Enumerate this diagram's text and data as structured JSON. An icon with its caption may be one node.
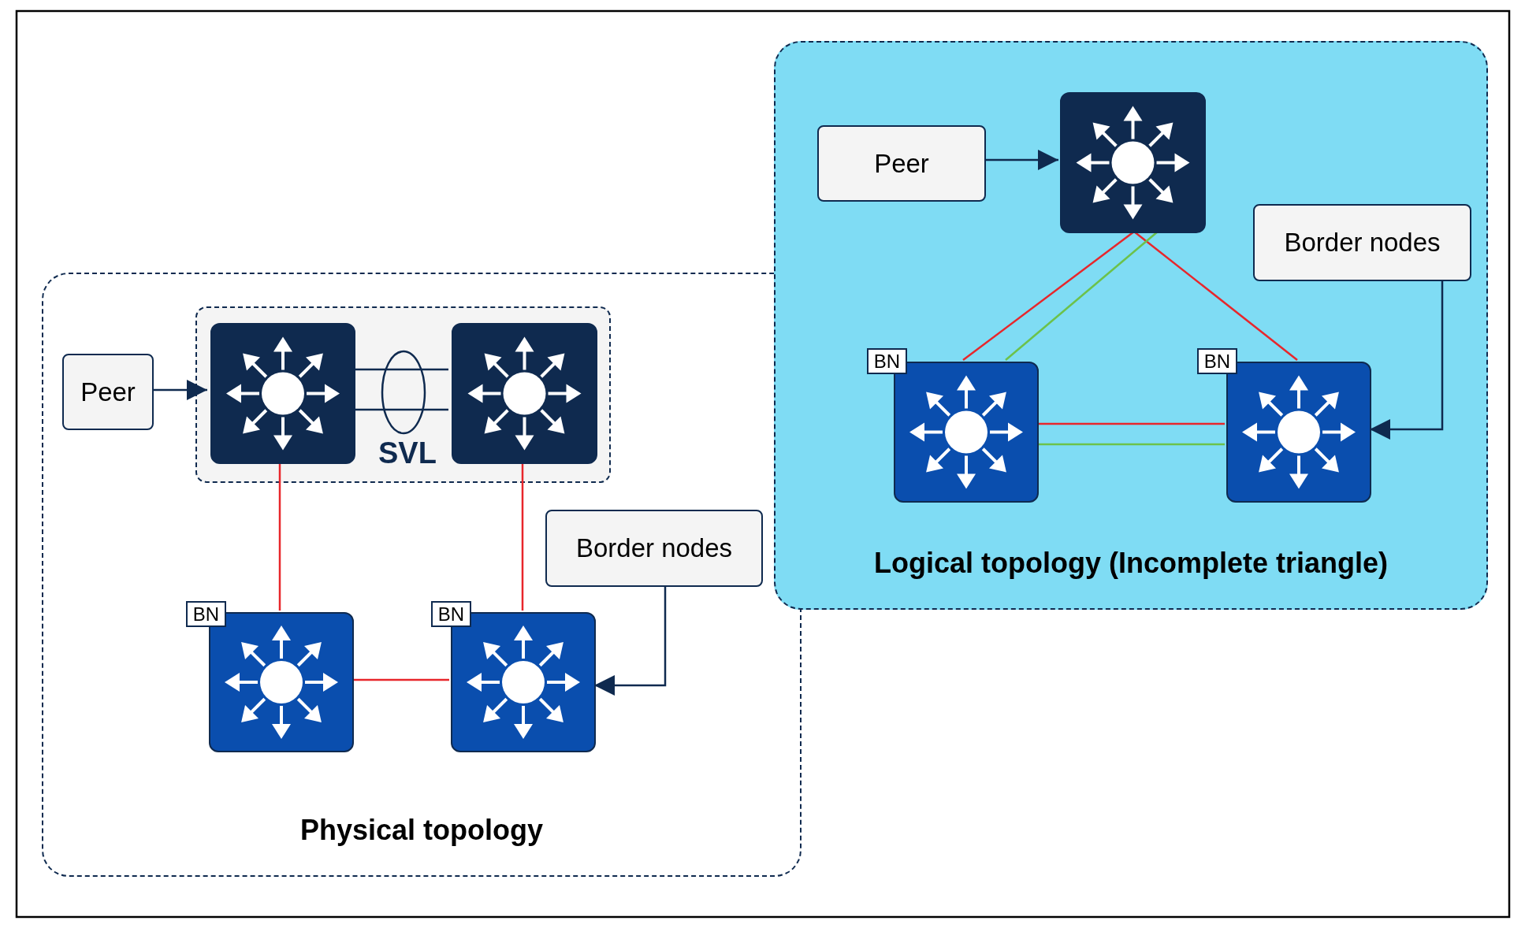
{
  "diagram": {
    "nodes": [
      {
        "text": [
          "Physical topology"
        ]
      },
      {
        "text": [
          "SVL"
        ],
        "in": 0
      },
      {
        "text": [
          "Peer"
        ],
        "in": 0
      },
      {
        "text": [],
        "shape": "box",
        "in": 1
      },
      {
        "text": [],
        "shape": "box",
        "in": 1
      },
      {
        "text": [],
        "shape": "box",
        "in": 0,
        "beside": [
          "BN"
        ]
      },
      {
        "text": [],
        "shape": "box",
        "in": 0,
        "beside": [
          "BN"
        ]
      },
      {
        "text": [
          "Border nodes"
        ],
        "in": 0
      },
      {
        "text": [
          "Logical topology (Incomplete triangle)"
        ]
      },
      {
        "text": [
          "Peer"
        ],
        "in": 8
      },
      {
        "text": [],
        "shape": "box",
        "in": 8
      },
      {
        "text": [
          "Border nodes"
        ],
        "in": 8
      },
      {
        "text": [],
        "shape": "box",
        "in": 8,
        "beside": [
          "BN"
        ]
      },
      {
        "text": [],
        "shape": "box",
        "in": 8,
        "beside": [
          "BN"
        ]
      }
    ],
    "edges": [
      {
        "from": 2,
        "to": 3,
        "arrow": "to"
      },
      {
        "from": 3,
        "to": 4,
        "arrow": "none"
      },
      {
        "from": 3,
        "to": 4,
        "arrow": "none"
      },
      {
        "from": 3,
        "to": 5,
        "arrow": "none",
        "color": "#e8262b"
      },
      {
        "from": 4,
        "to": 6,
        "arrow": "none",
        "color": "#e8262b"
      },
      {
        "from": 5,
        "to": 6,
        "arrow": "none",
        "color": "#e8262b"
      },
      {
        "from": 7,
        "to": 6,
        "arrow": "to"
      },
      {
        "from": 9,
        "to": 10,
        "arrow": "to"
      },
      {
        "from": 10,
        "to": 12,
        "arrow": "none",
        "color": "#e8262b"
      },
      {
        "from": 10,
        "to": 13,
        "arrow": "none",
        "color": "#e8262b"
      },
      {
        "from": 12,
        "to": 13,
        "arrow": "none",
        "color": "#e8262b"
      },
      {
        "from": 11,
        "to": 13,
        "arrow": "to"
      },
      {
        "from": 10,
        "to": 12,
        "arrow": "none",
        "color": "#6cc24a"
      },
      {
        "from": 12,
        "to": 13,
        "arrow": "none",
        "color": "#6cc24a"
      }
    ]
  }
}
